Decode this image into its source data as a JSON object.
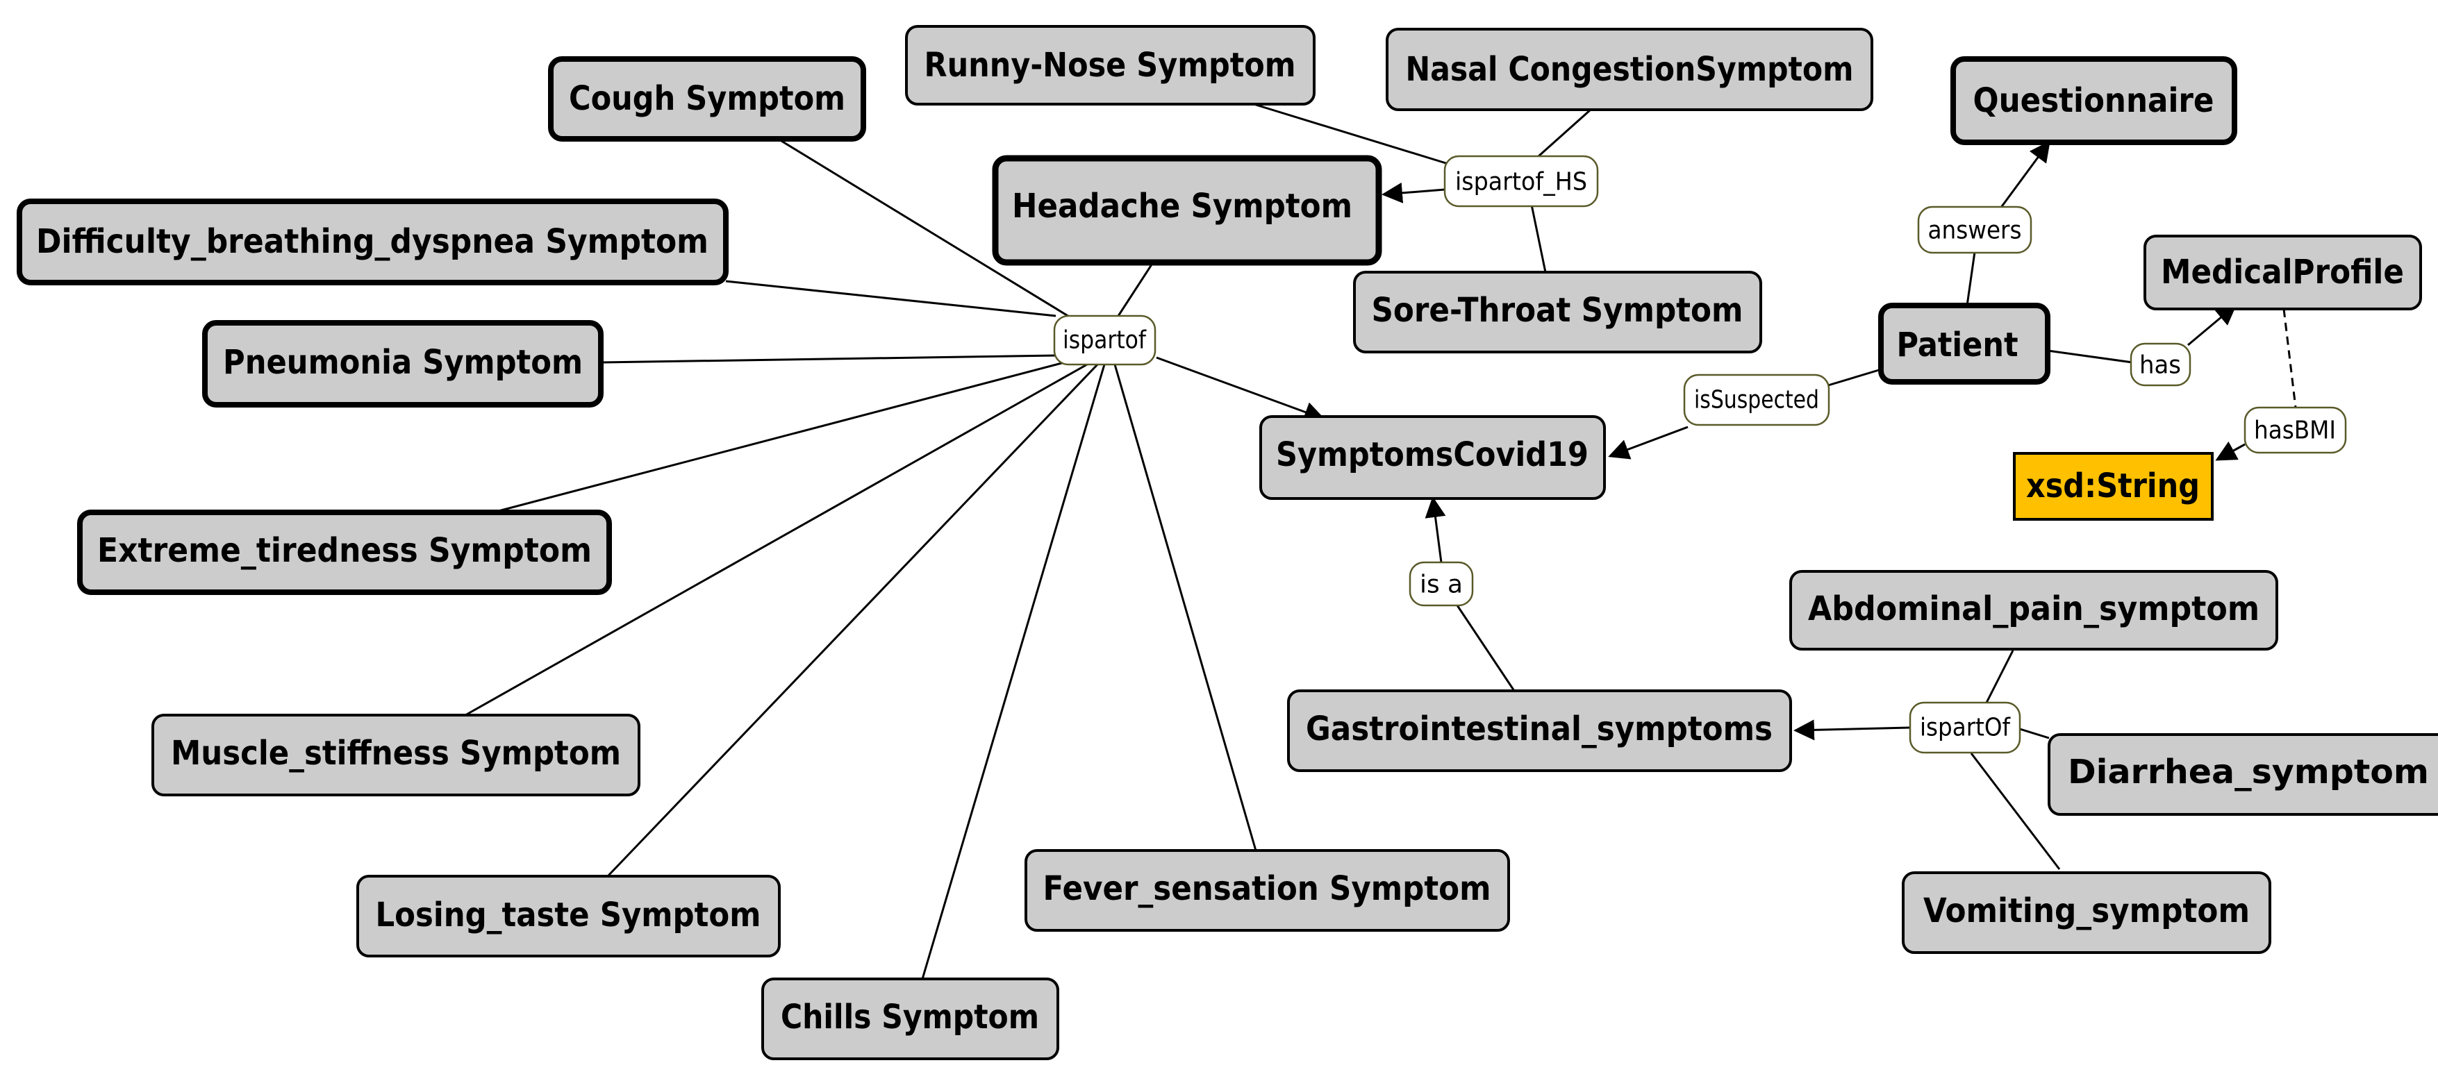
{
  "colors": {
    "node_fill": "#cccccc",
    "datatype_fill": "#ffc000",
    "edge": "#000000"
  },
  "nodes": {
    "runny_nose": "Runny-Nose Symptom",
    "nasal_congestion": "Nasal CongestionSymptom",
    "questionnaire": "Questionnaire",
    "cough": "Cough Symptom",
    "headache": "Headache Symptom",
    "medical_profile": "MedicalProfile",
    "difficulty_breathing": "Difficulty_breathing_dyspnea Symptom",
    "sore_throat": "Sore-Throat Symptom",
    "patient": "Patient",
    "pneumonia": "Pneumonia Symptom",
    "symptoms_covid19": "SymptomsCovid19",
    "xsd_string": "xsd:String",
    "extreme_tiredness": "Extreme_tiredness Symptom",
    "abdominal_pain": "Abdominal_pain_symptom",
    "gastrointestinal": "Gastrointestinal_symptoms",
    "diarrhea": "Diarrhea_symptom",
    "muscle_stiffness": "Muscle_stiffness Symptom",
    "fever": "Fever_sensation Symptom",
    "losing_taste": "Losing_taste Symptom",
    "vomiting": "Vomiting_symptom",
    "chills": "Chills Symptom"
  },
  "relations": {
    "ispartof_hs": "ispartof_HS",
    "answers": "answers",
    "ispartof": "ispartof",
    "has": "has",
    "issuspected": "isSuspected",
    "hasbmi": "hasBMI",
    "is_a": "is a",
    "ispartof_gi": "ispartOf"
  }
}
